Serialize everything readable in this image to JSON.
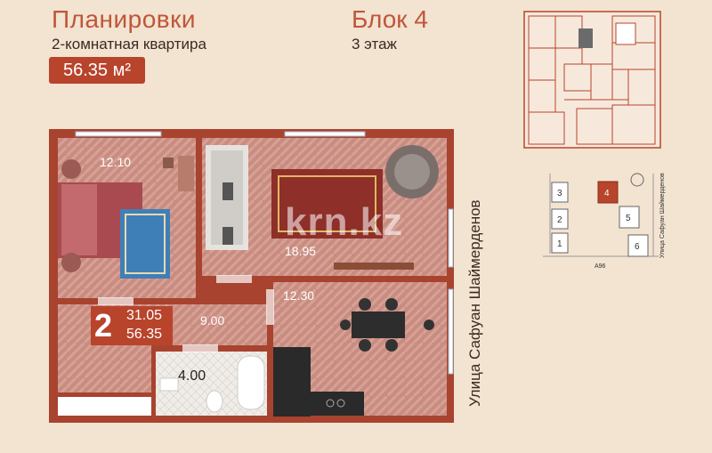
{
  "header": {
    "title": "Планировки",
    "subtitle": "2-комнатная квартира",
    "area_badge": "56.35 м²",
    "block": "Блок 4",
    "floor": "3 этаж"
  },
  "rooms": {
    "bedroom": "12.10",
    "living": "18.95",
    "kitchen": "12.30",
    "hall": "9.00",
    "bath": "4.00"
  },
  "legend": {
    "rooms_count": "2",
    "living_area": "31.05",
    "total_area": "56.35"
  },
  "street_main": "Улица Сафуан Шаймерденов",
  "watermark": "krn.kz",
  "site_plan": {
    "buildings": [
      "3",
      "4",
      "2",
      "5",
      "1",
      "6"
    ],
    "street_small": "Улица Сафуан Шаймерденов",
    "road": "А96"
  },
  "colors": {
    "accent": "#b8442c",
    "background": "#f3e3d1",
    "floor": "#c98c80",
    "wall": "#a8432f"
  }
}
